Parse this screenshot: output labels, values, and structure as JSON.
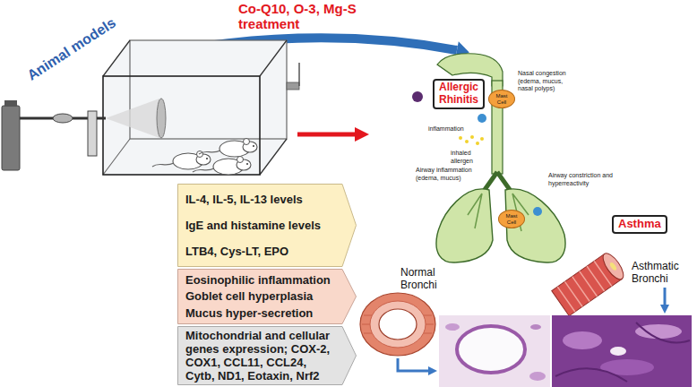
{
  "diagram": {
    "nodes": [
      {
        "text": [
          "IL-4, IL-5, IL-13 levels",
          "IgE and histamine levels",
          "LTB4, Cys-LT, EPO"
        ]
      },
      {
        "text": [
          "Eosinophilic inflammation",
          "Goblet cell hyperplasia",
          "Mucus hyper-secretion"
        ]
      },
      {
        "text": [
          "Mitochondrial and cellular genes expression; COX-2, COX1, CCL11, CCL24, Cytb, ND1, Eotaxin, Nrf2"
        ]
      },
      {
        "text": [
          "Allergic Rhinitis"
        ]
      },
      {
        "text": [
          "Mast Cell"
        ]
      },
      {
        "text": [
          "Mast Cell"
        ]
      },
      {
        "text": [
          "Asthma"
        ]
      }
    ],
    "labels": [
      "Co-Q10, O-3, Mg-S treatment",
      "Animal models",
      "Nasal congestion (edema, mucus, nasal polyps)",
      "inflammation",
      "inhaled allergen",
      "Airway inflammation (edema, mucus)",
      "Airway constriction and hyperreactivity",
      "Normal Bronchi",
      "Asthmatic Bronchi"
    ]
  }
}
